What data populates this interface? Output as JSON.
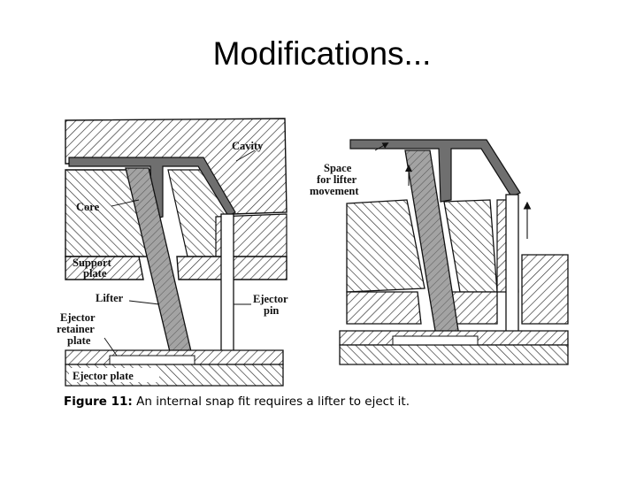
{
  "slide": {
    "title": "Modifications..."
  },
  "figure": {
    "caption_label": "Figure 11:",
    "caption_text": "An internal snap fit requires a lifter to eject it.",
    "left_labels": {
      "cavity": "Cavity",
      "core": "Core",
      "support_plate_1": "Support",
      "support_plate_2": "plate",
      "lifter": "Lifter",
      "ejector_pin_1": "Ejector",
      "ejector_pin_2": "pin",
      "retainer_1": "Ejector",
      "retainer_2": "retainer",
      "retainer_3": "plate",
      "ejector_plate": "Ejector plate"
    },
    "right_labels": {
      "space_1": "Space",
      "space_2": "for lifter",
      "space_3": "movement"
    }
  },
  "colors": {
    "part": "#6f6f6f",
    "lifter": "#a3a3a3",
    "hatch": "#2a2a2a",
    "ink": "#111111"
  }
}
